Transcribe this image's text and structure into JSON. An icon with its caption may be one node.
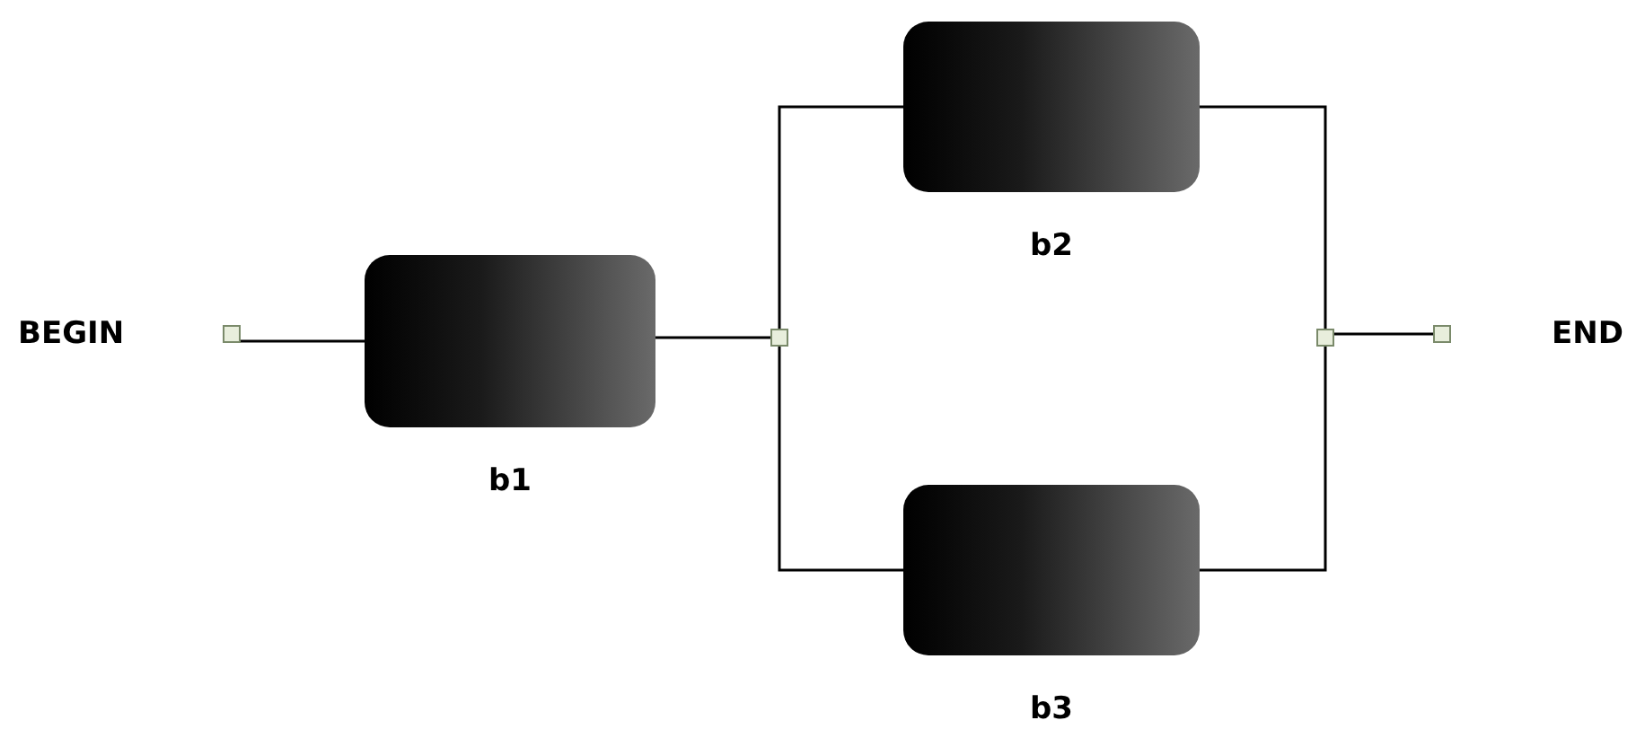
{
  "diagram": {
    "nodes": [
      {
        "text": [],
        "shape": "box",
        "beside": [
          "BEGIN"
        ]
      },
      {
        "text": [
          "b1"
        ]
      },
      {
        "text": [],
        "shape": "box"
      },
      {
        "text": [
          "b2"
        ]
      },
      {
        "text": [
          "b3"
        ]
      },
      {
        "text": [],
        "shape": "box"
      },
      {
        "text": [],
        "shape": "box",
        "beside": [
          "END"
        ]
      }
    ],
    "edges": [
      {
        "from": 0,
        "to": 1,
        "arrow": "none"
      },
      {
        "from": 1,
        "to": 2,
        "arrow": "none"
      },
      {
        "from": 2,
        "to": 3,
        "arrow": "none"
      },
      {
        "from": 2,
        "to": 4,
        "arrow": "none"
      },
      {
        "from": 3,
        "to": 5,
        "arrow": "none"
      },
      {
        "from": 4,
        "to": 5,
        "arrow": "none"
      },
      {
        "from": 5,
        "to": 6,
        "arrow": "none"
      }
    ]
  }
}
